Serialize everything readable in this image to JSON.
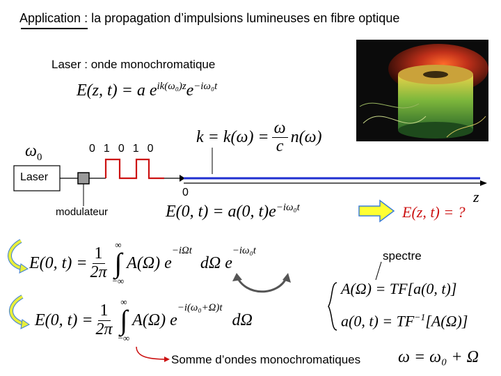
{
  "title": {
    "prefix": "Application",
    "rest": " : la propagation d’impulsions lumineuses en fibre optique"
  },
  "laser_section": {
    "heading": "Laser : onde monochromatique",
    "eq_field": {
      "lhs": "E(z, t) = a e",
      "exp1": "ik(ω₀)z",
      "e": "e",
      "exp2": "−iω₀t"
    },
    "omega0": "ω",
    "omega0_sub": "0",
    "bits": [
      "0",
      "1",
      "0",
      "1",
      "0"
    ],
    "laser_label": "Laser",
    "modulator_label": "modulateur",
    "z_origin": "0",
    "z_axis": "z",
    "dispersion": {
      "k": "k = k(ω) =",
      "num": "ω",
      "den": "c",
      "n": "n(ω)"
    }
  },
  "equations": {
    "e0t": {
      "lhs": "E(0, t) = a(0, t)e",
      "exp": "−iω₀t"
    },
    "ezt": "E(z, t) = ?",
    "spectre_label": "spectre",
    "int1": {
      "lhs": "E(0, t) =",
      "num": "1",
      "den": "2π",
      "upper": "∞",
      "lower": "−∞",
      "body": "A(Ω) e",
      "exp": "−iΩt",
      "tail": "dΩ e",
      "tail_exp": "−iω₀t"
    },
    "int2": {
      "lhs": "E(0, t) =",
      "num": "1",
      "den": "2π",
      "upper": "∞",
      "lower": "−∞",
      "body": "A(Ω) e",
      "exp": "−i(ω₀+Ω)t",
      "tail": "dΩ"
    },
    "tf1": "A(Ω) = TF[a(0, t)]",
    "tf2_lhs": "a(0, t) = TF",
    "tf2_exp": "−1",
    "tf2_rhs": "[A(Ω)]",
    "somme": "Somme d’ondes monochromatiques",
    "omega_sum": "ω = ω₀ + Ω"
  },
  "colors": {
    "fiber_axis": "#1f2fd0",
    "arrow_green": "#b8d84a",
    "arrow_yellow": "#ffff33",
    "connector_red": "#cc1111",
    "question_red": "#cc1111"
  }
}
